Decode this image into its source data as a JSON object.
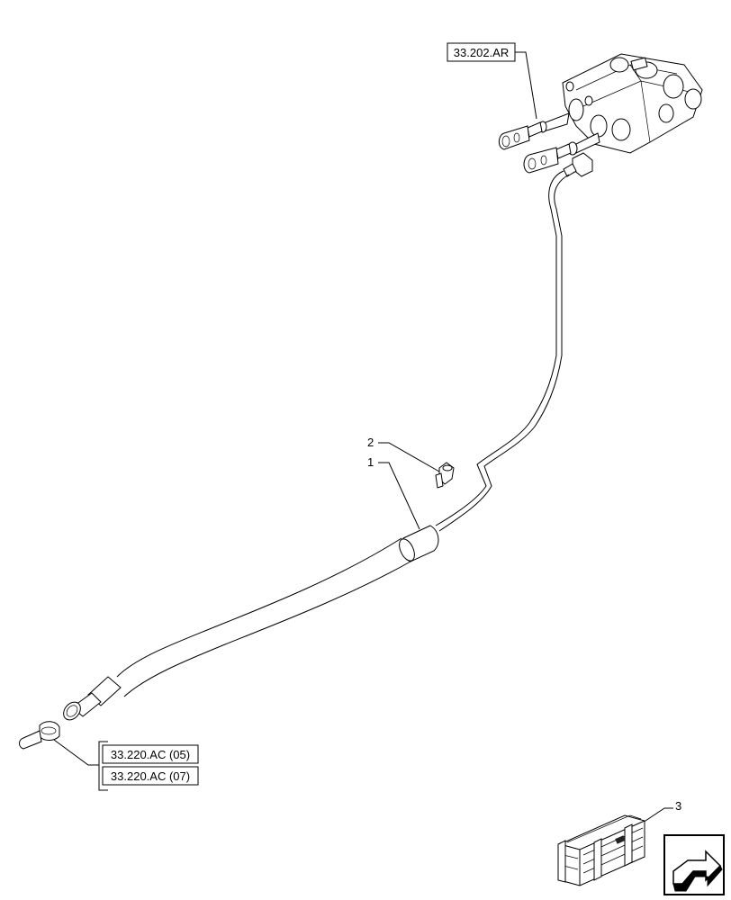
{
  "references": {
    "top": "33.202.AR",
    "bottom_1": "33.220.AC (05)",
    "bottom_2": "33.220.AC (07)"
  },
  "callouts": {
    "item_1": "1",
    "item_2": "2",
    "item_3": "3"
  },
  "icons": {
    "kit_box": "crate-icon",
    "navigation": "forward-arrow-icon"
  }
}
